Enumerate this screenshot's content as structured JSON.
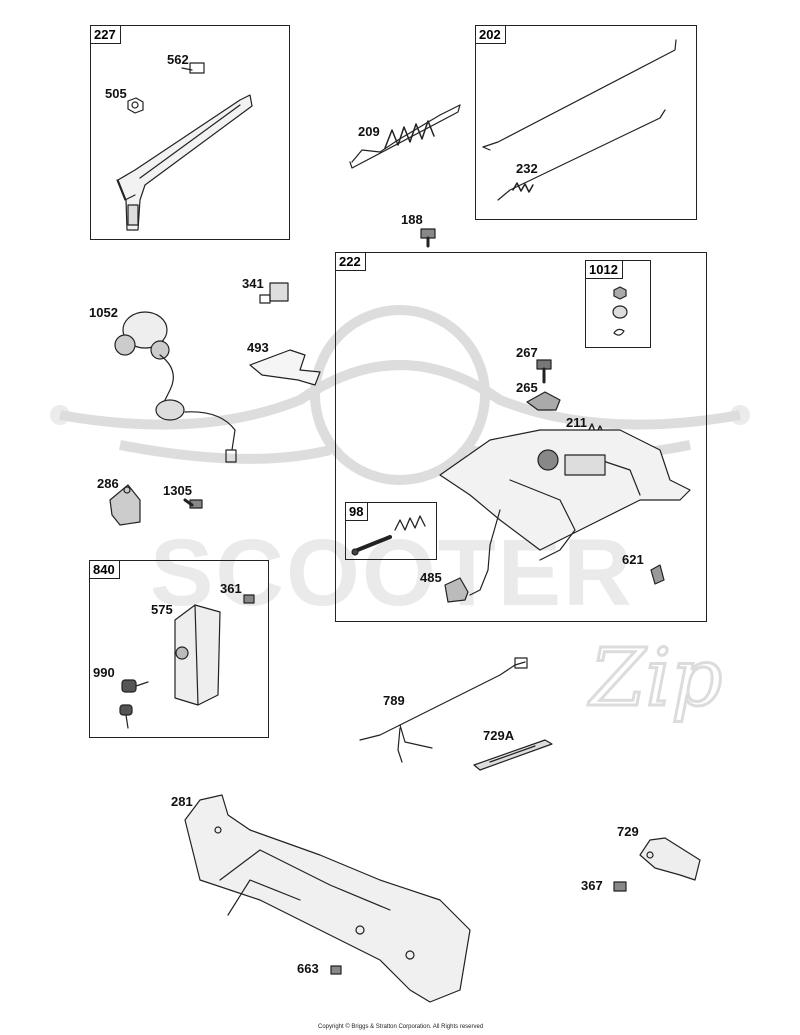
{
  "diagram": {
    "boxes": {
      "b227": "227",
      "b202": "202",
      "b222": "222",
      "b1012": "1012",
      "b98": "98",
      "b840": "840"
    },
    "labels": {
      "p562": "562",
      "p505": "505",
      "p209": "209",
      "p232": "232",
      "p188": "188",
      "p341": "341",
      "p1052": "1052",
      "p493": "493",
      "p267": "267",
      "p265": "265",
      "p211": "211",
      "p286": "286",
      "p1305": "1305",
      "p621": "621",
      "p485": "485",
      "p361": "361",
      "p575": "575",
      "p990": "990",
      "p789": "789",
      "p729A": "729A",
      "p281": "281",
      "p729": "729",
      "p367": "367",
      "p663": "663"
    },
    "copyright": "Copyright © Briggs & Stratton Corporation. All Rights reserved"
  }
}
